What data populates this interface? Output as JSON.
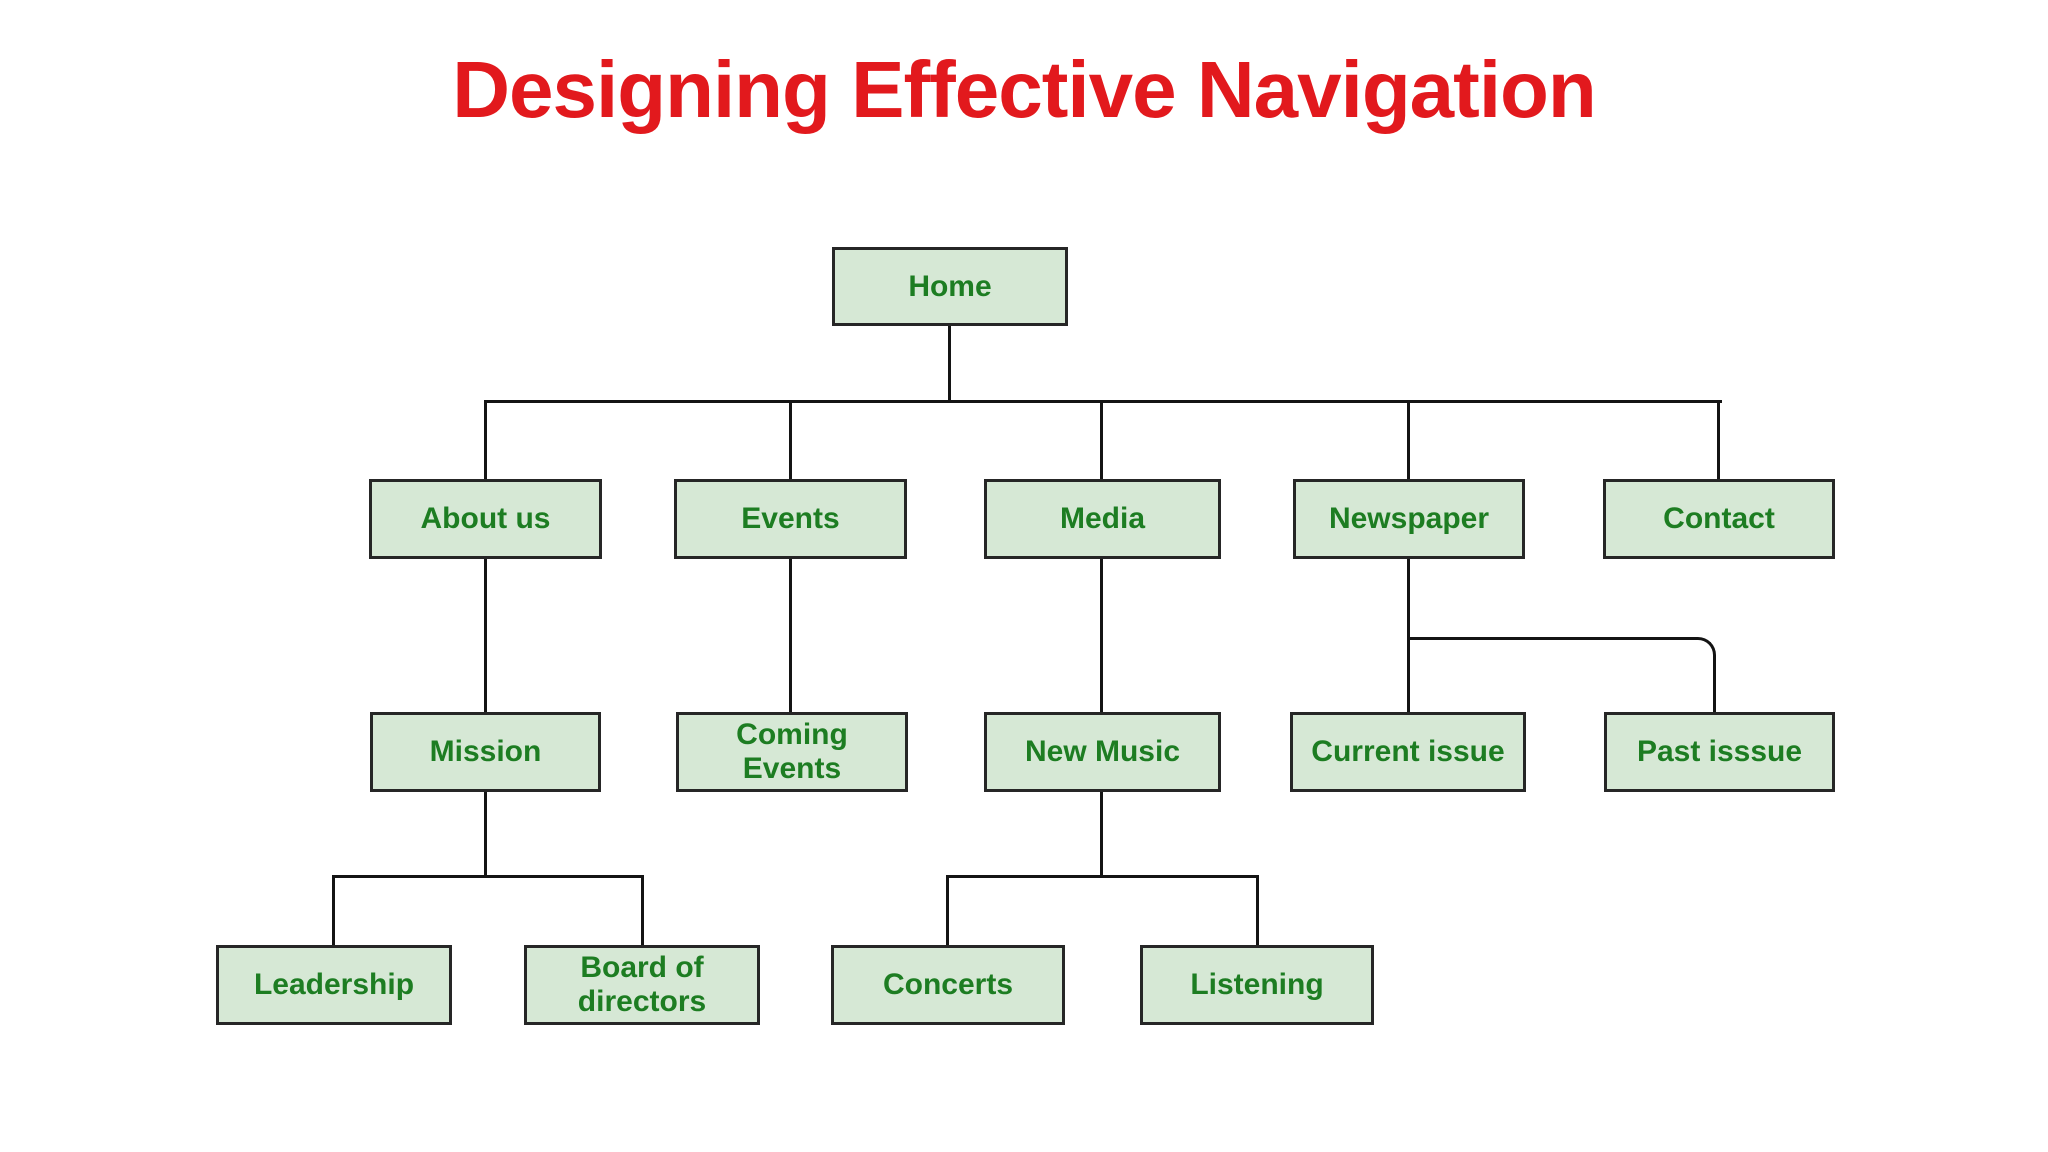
{
  "title": {
    "text": "Designing Effective Navigation"
  },
  "colors": {
    "title_color": "#e2191d",
    "box_fill": "#d6e8d5",
    "box_border": "#262626",
    "box_text": "#1d7d22",
    "line_color": "#141414",
    "page_bg": "#ffffff"
  },
  "nodes": {
    "home": {
      "label": "Home"
    },
    "about_us": {
      "label": "About us"
    },
    "events": {
      "label": "Events"
    },
    "media": {
      "label": "Media"
    },
    "newspaper": {
      "label": "Newspaper"
    },
    "contact": {
      "label": "Contact"
    },
    "mission": {
      "label": "Mission"
    },
    "coming_events": {
      "label": "Coming Events"
    },
    "new_music": {
      "label": "New Music"
    },
    "current_issue": {
      "label": "Current issue"
    },
    "past_issue": {
      "label": "Past isssue"
    },
    "leadership": {
      "label": "Leadership"
    },
    "board_of_directors": {
      "label": "Board of directors"
    },
    "concerts": {
      "label": "Concerts"
    },
    "listening": {
      "label": "Listening"
    }
  },
  "hierarchy": {
    "edges": [
      [
        "Home",
        "About us"
      ],
      [
        "Home",
        "Events"
      ],
      [
        "Home",
        "Media"
      ],
      [
        "Home",
        "Newspaper"
      ],
      [
        "Home",
        "Contact"
      ],
      [
        "About us",
        "Mission"
      ],
      [
        "Mission",
        "Leadership"
      ],
      [
        "Mission",
        "Board of directors"
      ],
      [
        "Events",
        "Coming Events"
      ],
      [
        "Media",
        "New Music"
      ],
      [
        "New Music",
        "Concerts"
      ],
      [
        "New Music",
        "Listening"
      ],
      [
        "Newspaper",
        "Current issue"
      ],
      [
        "Newspaper",
        "Past isssue"
      ]
    ]
  }
}
